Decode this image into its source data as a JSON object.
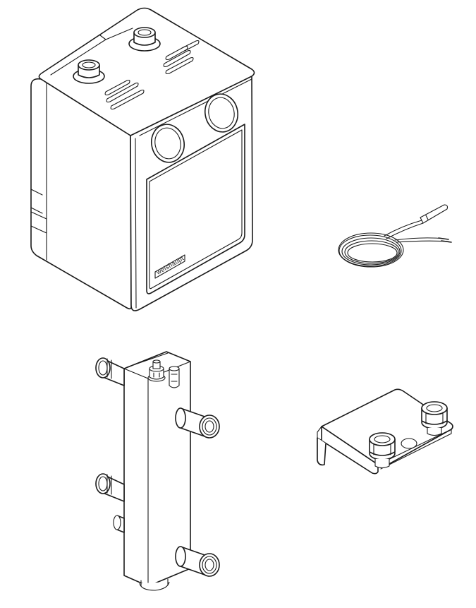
{
  "brand_label": "weishaupt",
  "components": [
    {
      "id": "module-housing"
    },
    {
      "id": "temperature-sensor-cable"
    },
    {
      "id": "hydraulic-separator"
    },
    {
      "id": "mounting-bracket"
    }
  ]
}
